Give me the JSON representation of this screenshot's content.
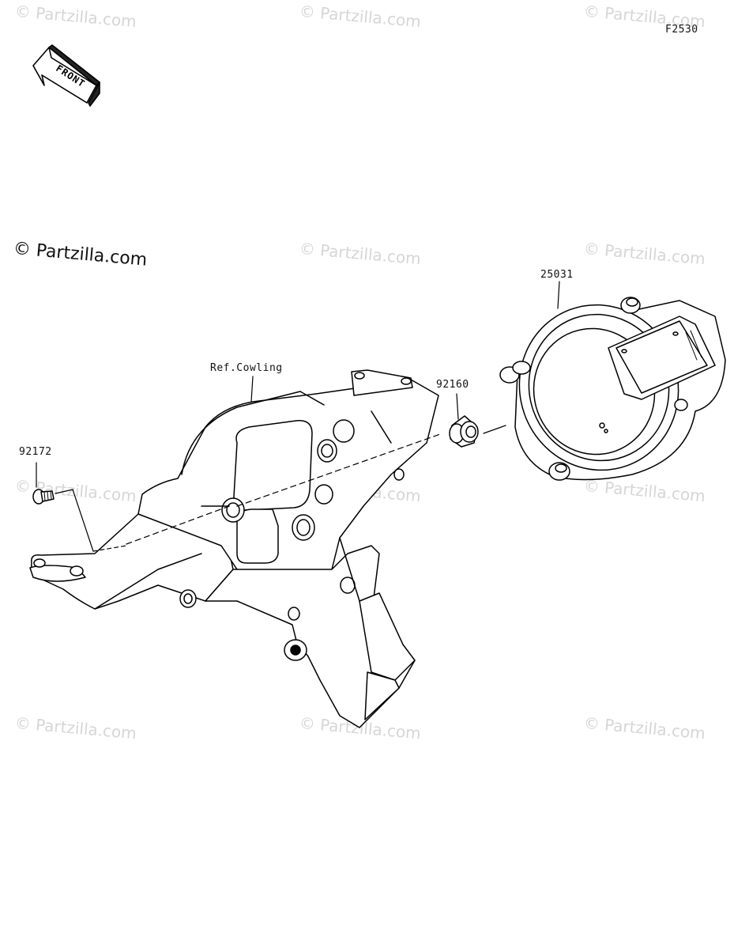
{
  "diagram_code": "F2530",
  "front_arrow": {
    "text": "FRONT"
  },
  "brand": "© Partzilla.com",
  "watermark": "© Partzilla.com",
  "parts": [
    {
      "number": "25031"
    },
    {
      "number": "92160"
    },
    {
      "number": "92172"
    }
  ],
  "reference": "Ref.Cowling"
}
